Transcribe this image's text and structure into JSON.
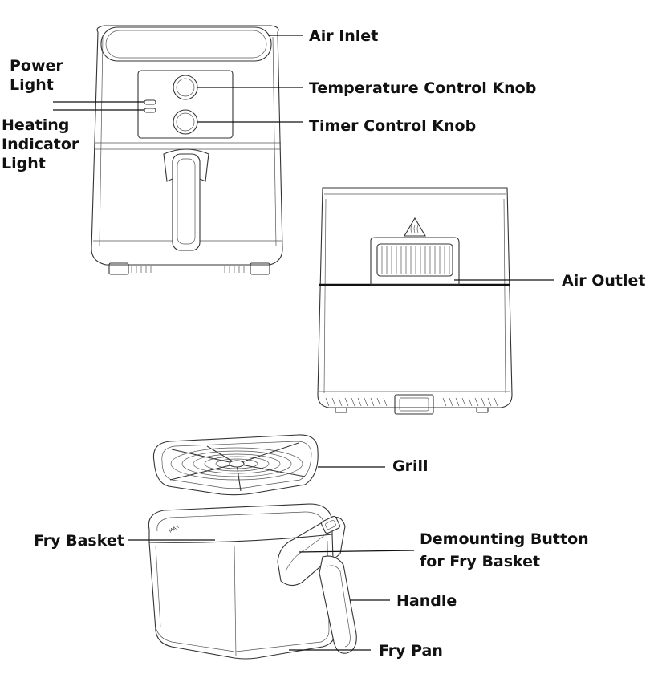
{
  "labels": {
    "air_inlet": "Air Inlet",
    "power_light_line1": "Power",
    "power_light_line2": "Light",
    "temperature_knob": "Temperature Control Knob",
    "timer_knob": "Timer Control Knob",
    "heating_line1": "Heating",
    "heating_line2": "Indicator",
    "heating_line3": "Light",
    "air_outlet": "Air Outlet",
    "grill": "Grill",
    "fry_basket": "Fry Basket",
    "demount_line1": "Demounting Button",
    "demount_line2": "for Fry Basket",
    "handle": "Handle",
    "fry_pan": "Fry Pan",
    "max_mark": "MAX"
  }
}
